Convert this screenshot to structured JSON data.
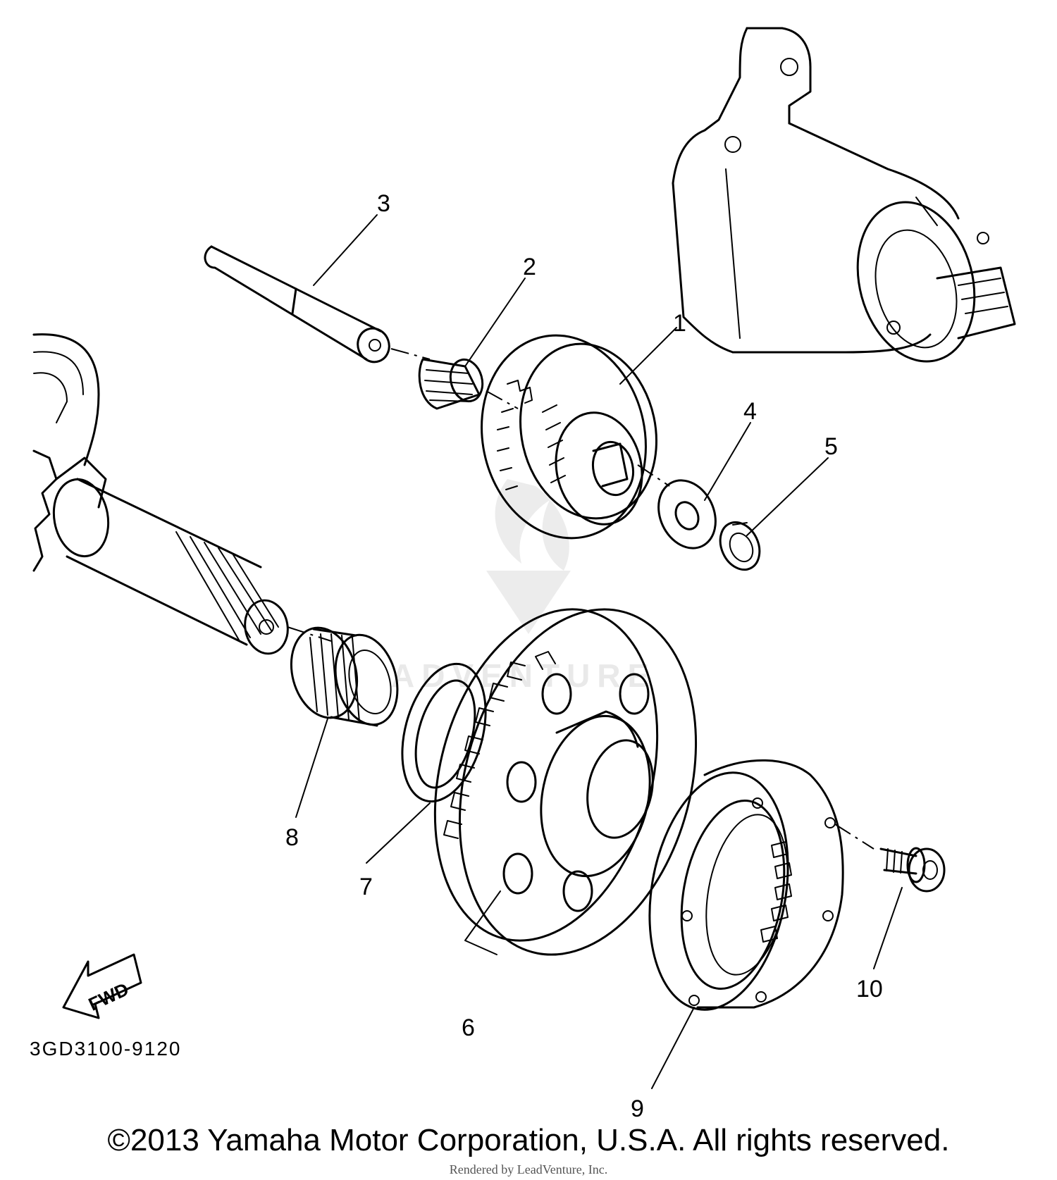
{
  "diagram_code": "3GD3100-9120",
  "fwd_label": "FWD",
  "watermark_text": "ADVENTURE",
  "copyright": "©2013 Yamaha Motor Corporation, U.S.A. All rights reserved.",
  "rendered_by": "Rendered by LeadVenture, Inc.",
  "callouts": [
    {
      "number": "1",
      "part": "idler-gear"
    },
    {
      "number": "2",
      "part": "needle-bearing-small"
    },
    {
      "number": "3",
      "part": "idler-shaft"
    },
    {
      "number": "4",
      "part": "washer"
    },
    {
      "number": "5",
      "part": "circlip"
    },
    {
      "number": "6",
      "part": "starter-wheel-gear"
    },
    {
      "number": "7",
      "part": "thrust-washer"
    },
    {
      "number": "8",
      "part": "needle-bearing-large"
    },
    {
      "number": "9",
      "part": "one-way-clutch"
    },
    {
      "number": "10",
      "part": "bolt"
    }
  ]
}
